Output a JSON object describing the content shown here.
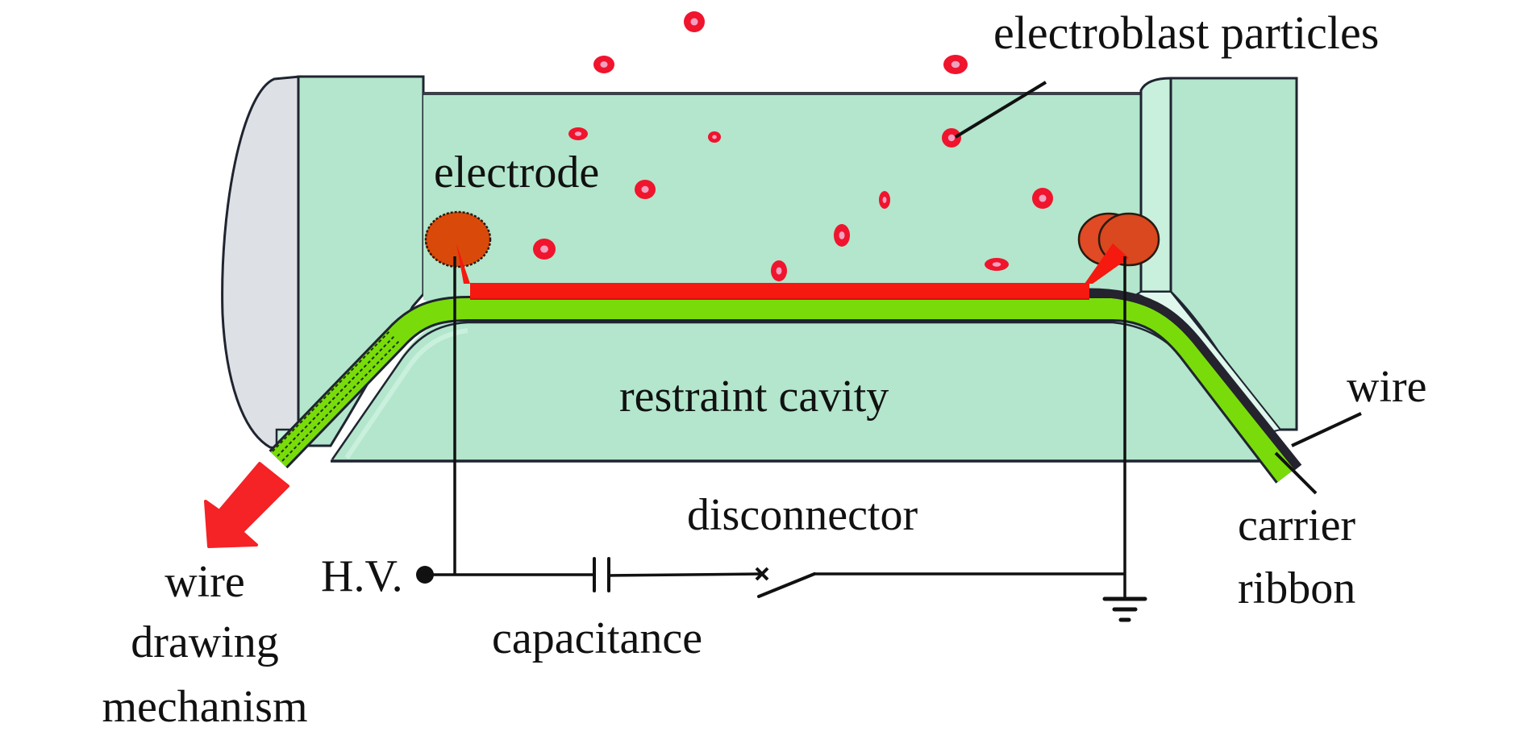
{
  "figure": {
    "labels": {
      "electroblast_particles": "electroblast particles",
      "electrode": "electrode",
      "restraint_cavity": "restraint cavity",
      "wire": "wire",
      "carrier_ribbon_line1": "carrier",
      "carrier_ribbon_line2": "ribbon",
      "disconnector": "disconnector",
      "capacitance": "capacitance",
      "hv": "H.V.",
      "wire_drawing_line1": "wire",
      "wire_drawing_line2": "drawing",
      "wire_drawing_line3": "mechanism"
    },
    "colors": {
      "cavity_fill": "#b3e6cc",
      "cavity_light": "#c8f0dc",
      "end_cap_fill": "#dde1e6",
      "outline": "#1f2430",
      "wire_red": "#f5190f",
      "ribbon_green": "#79dc0a",
      "electrode_orange": "#d94a1a",
      "particle_red": "#f0142d",
      "particle_core": "#f2a0c0",
      "arrow_red": "#f52226",
      "ink": "#111111"
    },
    "components": [
      "end cap",
      "left support block",
      "restraint cavity",
      "right support block",
      "wire",
      "carrier ribbon",
      "electrodes",
      "electroblast particles",
      "H.V. source",
      "capacitor",
      "disconnector switch",
      "ground"
    ]
  }
}
